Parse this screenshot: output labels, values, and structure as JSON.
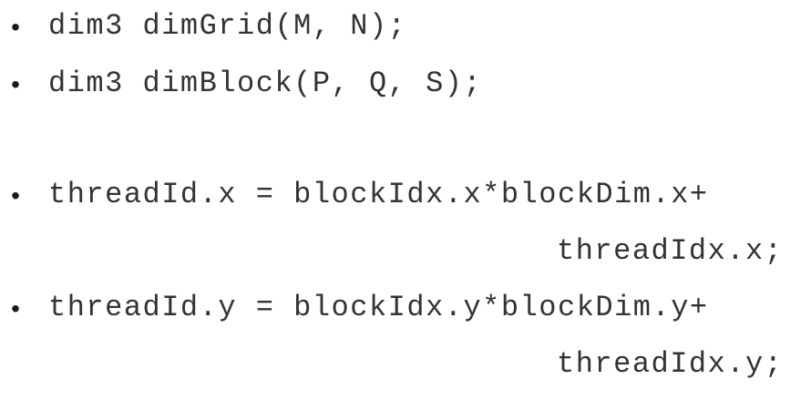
{
  "bullet_glyph": "•",
  "lines": [
    {
      "text": "dim3 dimGrid(M, N);"
    },
    {
      "text": "dim3 dimBlock(P, Q, S);"
    },
    {
      "text": "threadId.x = blockIdx.x*blockDim.x+",
      "continuation": "threadIdx.x;"
    },
    {
      "text": "threadId.y = blockIdx.y*blockDim.y+",
      "continuation": "threadIdx.y;"
    }
  ],
  "colors": {
    "text": "#333333",
    "bullet": "#1a1a1a",
    "background": "#ffffff"
  }
}
